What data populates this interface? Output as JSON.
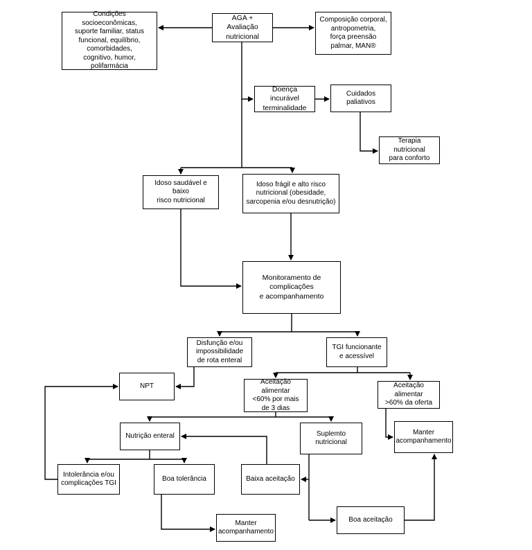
{
  "nodes": {
    "aga": "AGA + Avaliação\nnutricional",
    "condicoes": "Condições socioeconômicas,\nsuporte familiar, status\nfuncional, equilíbrio,\ncomorbidades,\ncognitivo, humor, polifarmácia",
    "composicao": "Composição corporal,\nantropometria,\nforça preensão\npalmar, MAN®",
    "doenca": "Doença incurável\nterminalidade",
    "cuidados": "Cuidados\npaliativos",
    "terapia": "Terapia nutricional\npara conforto",
    "saudavel": "Idoso saudável e baixo\nrisco nutricional",
    "fragil": "Idoso frágil e alto risco\nnutricional (obesidade,\nsarcopenia e/ou desnutrição)",
    "monitoramento": "Monitoramento de\ncomplicações\ne acompanhamento",
    "disfuncao": "Disfunção e/ou\nimpossibilidade\nde rota enteral",
    "tgi": "TGI funcionante\ne acessível",
    "npt": "NPT",
    "aceitacao_baixa": "Aceitação alimentar\n<60% por mais\nde 3 dias",
    "aceitacao_alta": "Aceitação alimentar\n>60% da oferta",
    "nutricao_enteral": "Nutrição enteral",
    "suplemento": "Suplemto\nnutricional",
    "manter_1": "Manter\nacompanhamento",
    "intolerancia": "Intolerância e/ou\ncomplicações TGI",
    "boa_tolerancia": "Boa tolerância",
    "baixa_aceitacao": "Baixa aceitação",
    "manter_2": "Manter\nacompanhamento",
    "boa_aceitacao": "Boa aceitação"
  }
}
